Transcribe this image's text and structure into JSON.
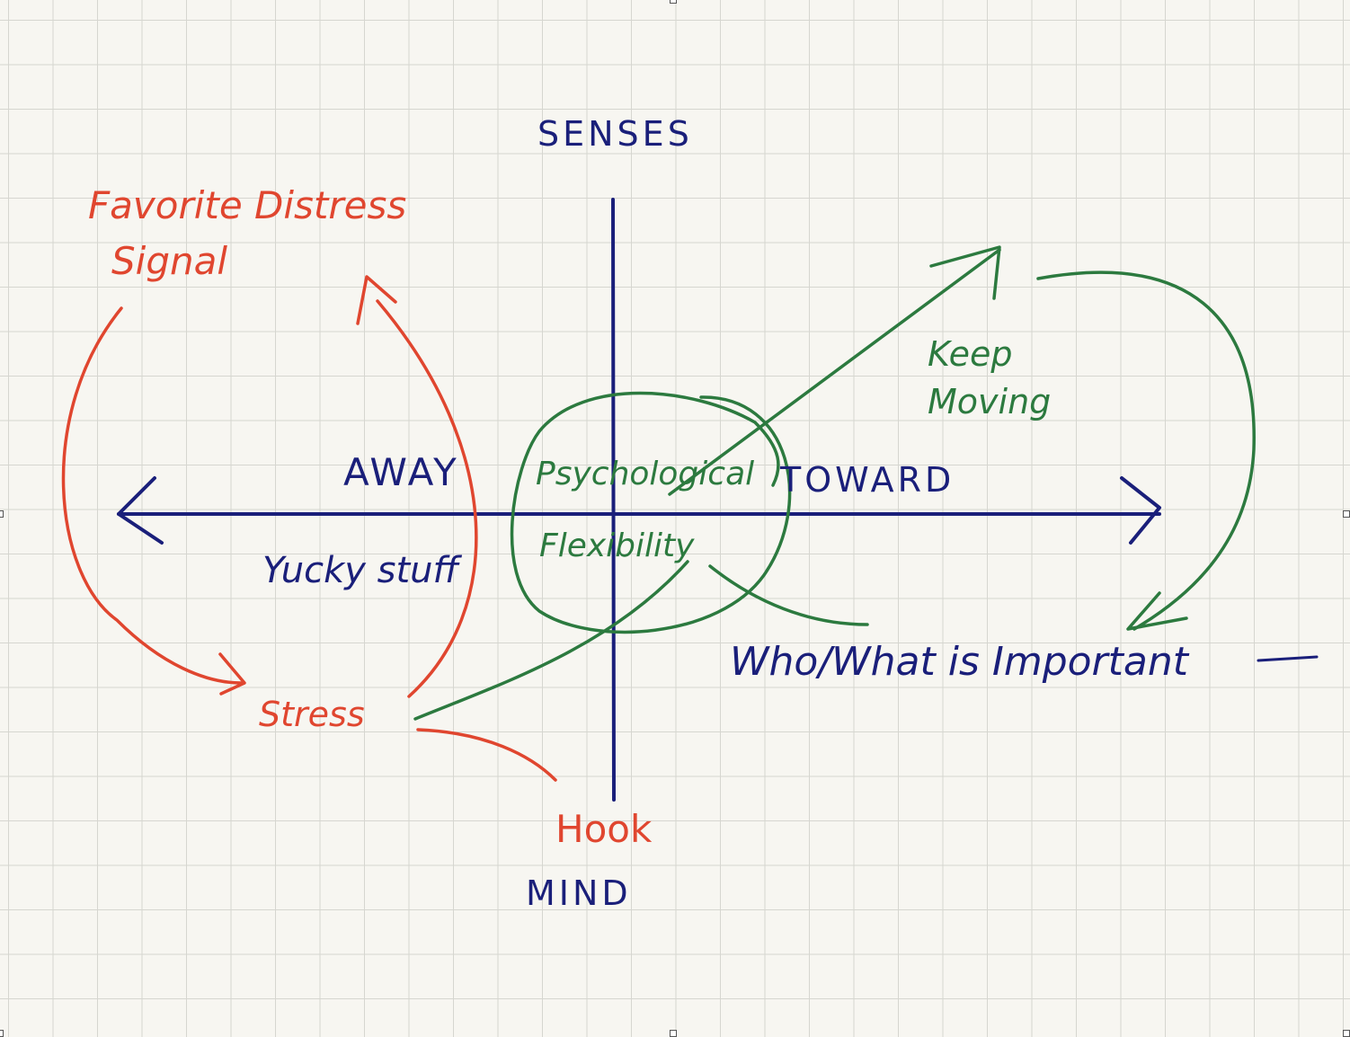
{
  "axes": {
    "top": "SENSES",
    "bottom": "MIND",
    "left": "AWAY",
    "right": "TOWARD"
  },
  "labels": {
    "favorite_distress_line1": "Favorite Distress",
    "favorite_distress_line2": "Signal",
    "yucky_stuff": "Yucky stuff",
    "stress": "Stress",
    "hook": "Hook",
    "psychological_line1": "Psychological",
    "psychological_line2": "Flexibility",
    "keep_moving_line1": "Keep",
    "keep_moving_line2": "Moving",
    "who_what": "Who/What is Important"
  },
  "colors": {
    "navy": "#1a1f7a",
    "red": "#e0462f",
    "green": "#2c7a3f",
    "paper": "#f7f6f1",
    "grid": "#d6d6d0"
  }
}
